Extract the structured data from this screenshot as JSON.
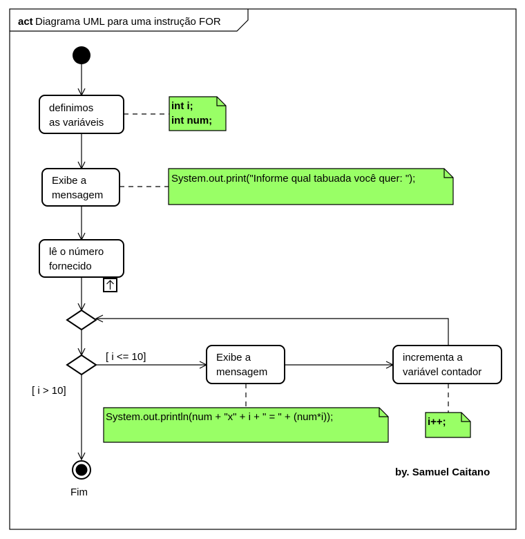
{
  "frame": {
    "keyword": "act",
    "title": "Diagrama UML para uma instrução FOR"
  },
  "actions": {
    "define_vars": [
      "definimos",
      "as variáveis"
    ],
    "show_msg_1": [
      "Exibe a",
      "mensagem"
    ],
    "read_number": [
      "lê o número",
      "fornecido"
    ],
    "show_msg_2": [
      "Exibe a",
      "mensagem"
    ],
    "increment": [
      "incrementa a",
      "variável contador"
    ]
  },
  "notes": {
    "vars": [
      "int i;",
      "int num;"
    ],
    "print": "System.out.print(\"Informe qual tabuada você quer: \");",
    "println": "System.out.println(num + \"x\" + i + \" = \" + (num*i));",
    "incr": "i++;"
  },
  "guards": {
    "loop_true": "[ i <= 10]",
    "loop_false": "[ i > 10]"
  },
  "end_label": "Fim",
  "author": "by. Samuel Caitano",
  "colors": {
    "note_fill": "#99ff66",
    "line": "#000000",
    "background": "#ffffff"
  },
  "icons": {
    "input_pin": "up-arrow-icon"
  }
}
